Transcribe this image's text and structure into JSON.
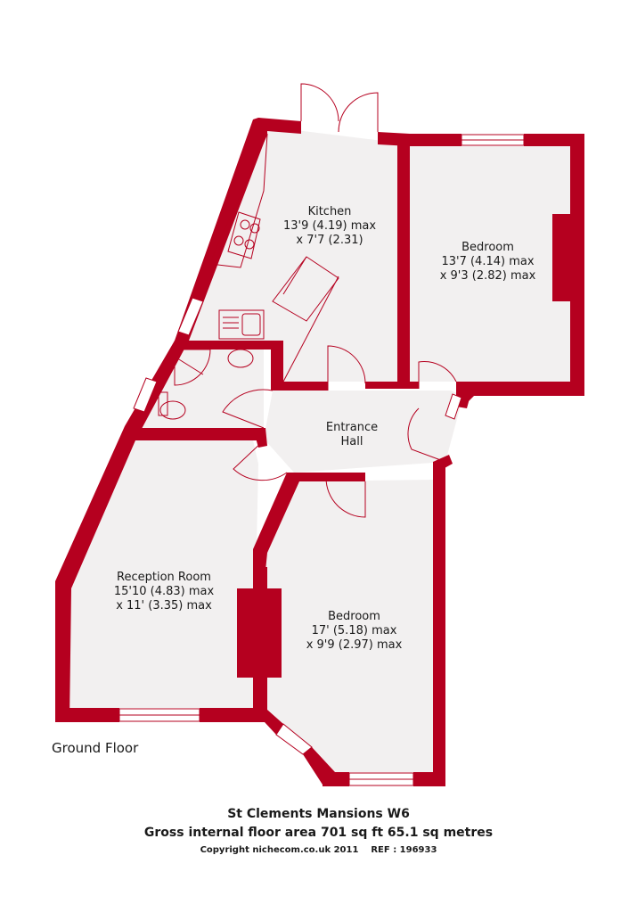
{
  "colors": {
    "wall": "#b5001f",
    "floor": "#f2f0f0",
    "window": "#ffffff",
    "line": "#b5001f"
  },
  "rooms": {
    "kitchen": {
      "name": "Kitchen",
      "dim1": "13'9 (4.19) max",
      "dim2": "x 7'7 (2.31)"
    },
    "bedroom1": {
      "name": "Bedroom",
      "dim1": "13'7 (4.14) max",
      "dim2": "x 9'3 (2.82) max"
    },
    "hall": {
      "name1": "Entrance",
      "name2": "Hall"
    },
    "reception": {
      "name": "Reception Room",
      "dim1": "15'10 (4.83) max",
      "dim2": "x 11' (3.35) max"
    },
    "bedroom2": {
      "name": "Bedroom",
      "dim1": "17' (5.18) max",
      "dim2": "x 9'9 (2.97) max"
    }
  },
  "floor_label": "Ground Floor",
  "footer": {
    "title": "St Clements Mansions  W6",
    "area": "Gross internal floor area 701 sq ft 65.1 sq metres",
    "copyright": "Copyright nichecom.co.uk 2011",
    "ref": "REF : 196933"
  }
}
